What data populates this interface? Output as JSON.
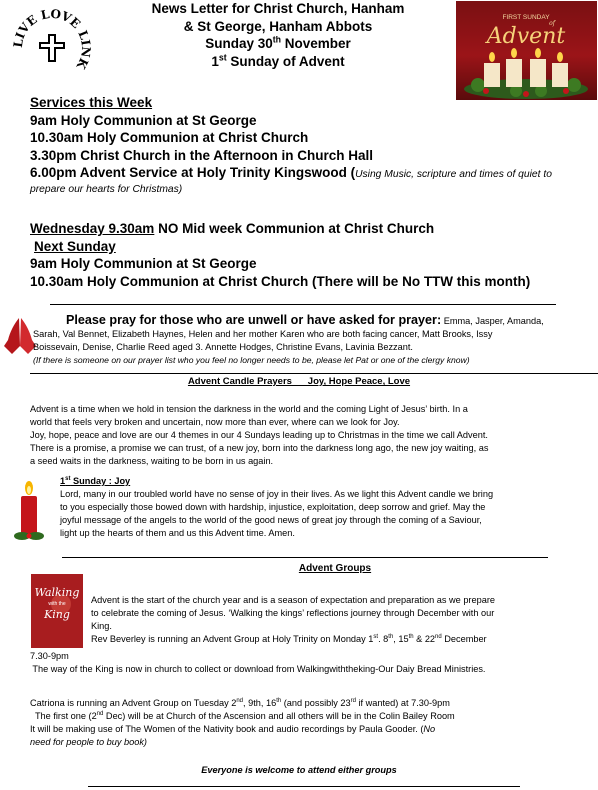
{
  "header": {
    "line1": "News Letter for Christ Church, Hanham",
    "line2": "& St George, Hanham Abbots",
    "date_pre": "Sunday 30",
    "date_sup": "th",
    "date_post": " November",
    "sunday_num": "1",
    "sunday_sup": "st",
    "sunday_post": " Sunday of Advent"
  },
  "logo": {
    "text": "LIVE LOVE LINK"
  },
  "advent_image": {
    "line1": "FIRST SUNDAY",
    "line2": "of",
    "line3": "Advent"
  },
  "services": {
    "heading": "Services this Week",
    "s1": "9am Holy Communion at St George",
    "s2": "10.30am Holy Communion at Christ Church",
    "s3": "3.30pm Christ Church in the Afternoon in Church Hall",
    "s4_bold": "6.00pm  Advent Service at Holy Trinity Kingswood (",
    "s4_italic_a": "Using Music, scripture and times of quiet to",
    "s4_italic_b": "prepare our hearts for Christmas)"
  },
  "midweek": {
    "day_u": "Wednesday 9.30am",
    "rest": " NO Mid week Communion at Christ Church",
    "next_heading": "Next Sunday",
    "n1": "9am Holy Communion at St George",
    "n2": "10.30am Holy Communion at Christ Church  (There will be No TTW this month)"
  },
  "prayer": {
    "heading": "Please pray for those who are unwell or have asked for prayer:",
    "names_a": " Emma, Jasper, Amanda,",
    "names_b": "Sarah, Val Bennet, Elizabeth Haynes, Helen and her mother Karen who are both facing cancer, Matt Brooks, Issy",
    "names_c": "Boissevain, Denise, Charlie Reed aged 3.  Annette Hodges, Christine Evans, Lavinia Bezzant.",
    "note": "(If there is someone on our prayer list who you feel no longer needs to be, please let Pat or one of the clergy know)"
  },
  "candle_prayers": {
    "heading": "Advent Candle Prayers      Joy, Hope Peace, Love",
    "p1a": "Advent is a time when we hold in tension the darkness in the world and the coming Light of Jesus’ birth. In a",
    "p1b": "world that feels very broken and uncertain, now more than ever, where can we look for Joy.",
    "p2a": "Joy, hope, peace and love are our 4 themes in our 4 Sundays leading up to Christmas in the time we call Advent.",
    "p2b": "There is a promise, a promise we can trust, of a new joy, born into the darkness long ago, the new joy waiting, as",
    "p2c": "a seed waits in the darkness, waiting to be born in us again.",
    "sunday_num": "1",
    "sunday_sup": "st",
    "sunday_label": " Sunday  :  Joy",
    "j1": "Lord, many in our troubled world have no sense of joy in their lives. As we light this Advent candle we bring",
    "j2": "to you especially those bowed down with hardship, injustice, exploitation, deep sorrow and grief. May the",
    "j3": "joyful message of the angels to the world of the good news of great joy through the coming of a Saviour,",
    "j4": "light up the hearts of them and us this Advent time. Amen."
  },
  "groups": {
    "heading": "Advent Groups",
    "book": {
      "line1": "Walking",
      "line2": "with the",
      "line3": "King"
    },
    "g1a": "Advent is the start of the church year and is a season of expectation and preparation as we prepare",
    "g1b": "to celebrate the coming of Jesus. ‘Walking the kings’ reflections journey through December with our",
    "g1c": "King.",
    "g2a_pre": "Rev Beverley is running an Advent Group at Holy Trinity on Monday 1",
    "g2a_s1": "st",
    "g2a_m1": ". 8",
    "g2a_s2": "th",
    "g2a_m2": ", 15",
    "g2a_s3": "th",
    "g2a_m3": " & 22",
    "g2a_s4": "nd",
    "g2a_post": " December",
    "g2b": "7.30-9pm",
    "g2c": " The way of the King is now in church to collect or download from Walkingwiththeking-Our Daiy Bread Ministries.",
    "g3a_pre": "Catriona is running an Advent Group on Tuesday 2",
    "g3a_s1": "nd",
    "g3a_m1": ", 9th, 16",
    "g3a_s2": "th",
    "g3a_m2": " (and possibly 23",
    "g3a_s3": "rd",
    "g3a_post": " if wanted) at 7.30-9pm",
    "g3b_pre": "  The first one (2",
    "g3b_s1": "nd",
    "g3b_post": " Dec) will be at Church of the Ascension and all others will be in the Colin Bailey Room",
    "g3c_pre": "It will be making use of The Women of the Nativity book and audio recordings by Paula Gooder. (",
    "g3c_italic": "No",
    "g3d_italic": "need for people to buy book)",
    "everyone": "Everyone is welcome to attend either groups"
  }
}
